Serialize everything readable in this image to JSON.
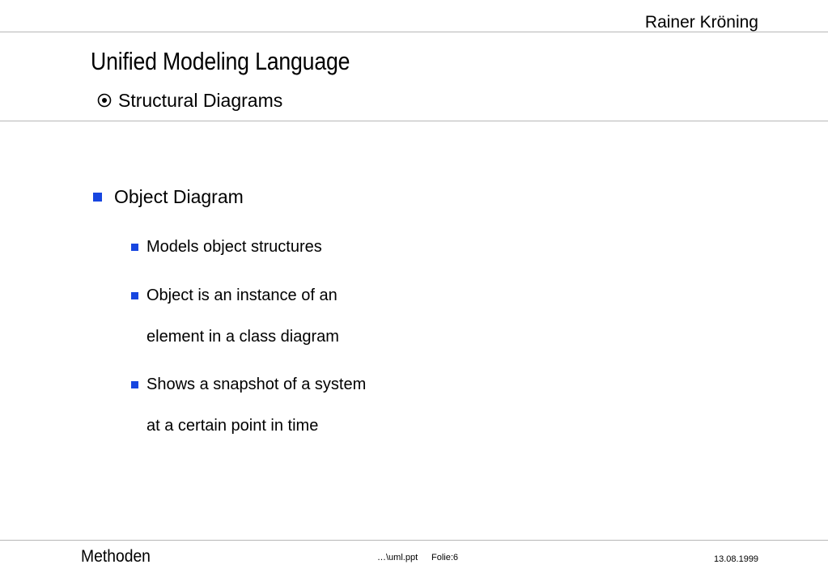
{
  "header": {
    "author": "Rainer Kröning",
    "title": "Unified Modeling Language",
    "subtitle": "Structural Diagrams",
    "subtitle_icon": "circled-dot-icon"
  },
  "content": {
    "heading": "Object Diagram",
    "items": [
      {
        "lines": [
          "Models object structures"
        ]
      },
      {
        "lines": [
          "Object is an instance of an",
          "element in a class diagram"
        ]
      },
      {
        "lines": [
          "Shows a snapshot of a system",
          "at a certain point in time"
        ]
      }
    ]
  },
  "footer": {
    "section": "Methoden",
    "file": "…\\uml.ppt",
    "slide": "Folie:6",
    "date": "13.08.1999"
  },
  "colors": {
    "bullet": "#1746e0",
    "rule": "#b7b7b7"
  }
}
